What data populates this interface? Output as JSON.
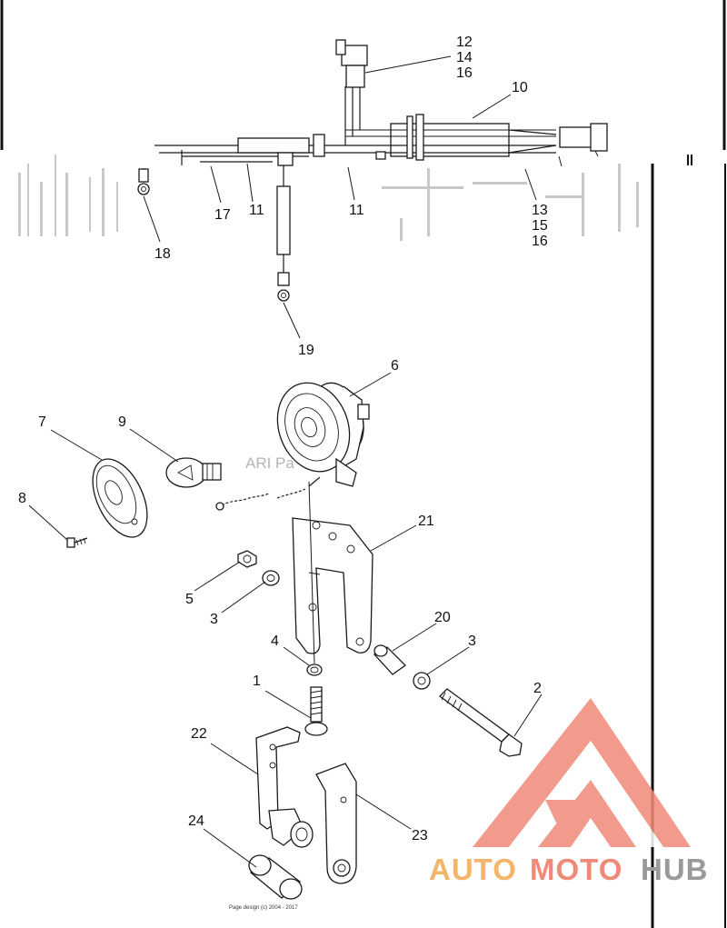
{
  "callouts": {
    "c12": "12",
    "c14": "14",
    "c16a": "16",
    "c10": "10",
    "c17": "17",
    "c11a": "11",
    "c11b": "11",
    "c13": "13",
    "c15": "15",
    "c16b": "16",
    "c18": "18",
    "c19": "19",
    "c6": "6",
    "c7": "7",
    "c9": "9",
    "c8": "8",
    "c21": "21",
    "c5": "5",
    "c3a": "3",
    "c4": "4",
    "c20": "20",
    "c3b": "3",
    "c1": "1",
    "c2": "2",
    "c22": "22",
    "c24": "24",
    "c23": "23"
  },
  "watermark": "ARI Pa",
  "footer": {
    "copyright": "Page design (c) 2004 - 2017"
  },
  "logo": {
    "part1": "AUTO",
    "part2": "MOTO",
    "part3": "HUB",
    "colors": {
      "accent": "#f08a78",
      "orange": "#f3b56a",
      "gray": "#9a9a9a"
    }
  }
}
